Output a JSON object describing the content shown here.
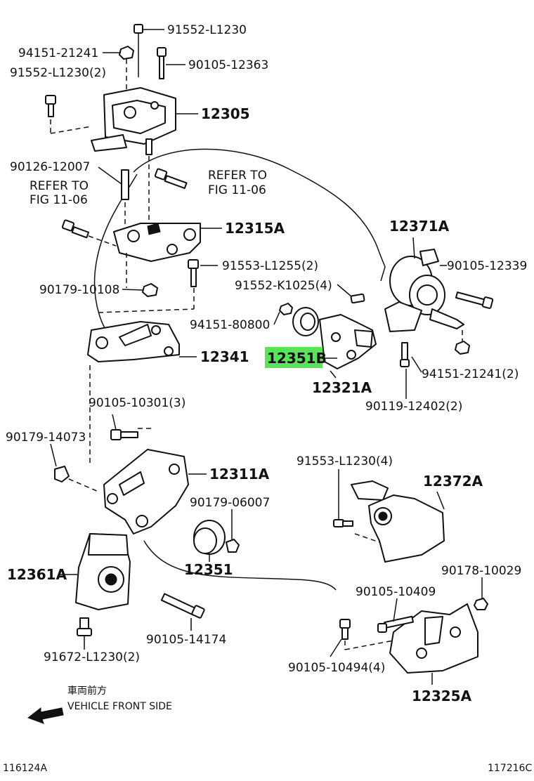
{
  "labels": {
    "p91552_L1230": "91552-L1230",
    "p94151_21241": "94151-21241",
    "p90105_12363": "90105-12363",
    "p91552_L1230_2": "91552-L1230(2)",
    "p12305": "12305",
    "p90126_12007": "90126-12007",
    "refer1_a": "REFER TO",
    "refer1_b": "FIG 11-06",
    "refer2_a": "REFER TO",
    "refer2_b": "FIG 11-06",
    "p12315A": "12315A",
    "p91553_L1255_2": "91553-L1255(2)",
    "p90179_10108": "90179-10108",
    "p12371A": "12371A",
    "p90105_12339": "90105-12339",
    "p91552_K1025_4": "91552-K1025(4)",
    "p94151_80800": "94151-80800",
    "p12341": "12341",
    "p12351B": "12351B",
    "p12321A": "12321A",
    "p94151_21241_2": "94151-21241(2)",
    "p90119_12402_2": "90119-12402(2)",
    "p90105_10301_3": "90105-10301(3)",
    "p90179_14073": "90179-14073",
    "p12311A": "12311A",
    "p90179_06007": "90179-06007",
    "p91553_L1230_4": "91553-L1230(4)",
    "p12372A": "12372A",
    "p12351": "12351",
    "p12361A": "12361A",
    "p90178_10029": "90178-10029",
    "p90105_10409": "90105-10409",
    "p90105_14174": "90105-14174",
    "p91672_L1230_2": "91672-L1230(2)",
    "p90105_10494_4": "90105-10494(4)",
    "p12325A": "12325A",
    "front_jp": "車両前方",
    "front_en": "VEHICLE FRONT SIDE",
    "code_left": "116124A",
    "code_right": "117216C"
  },
  "highlight": {
    "part": "12351B",
    "color": "#5be25b"
  }
}
